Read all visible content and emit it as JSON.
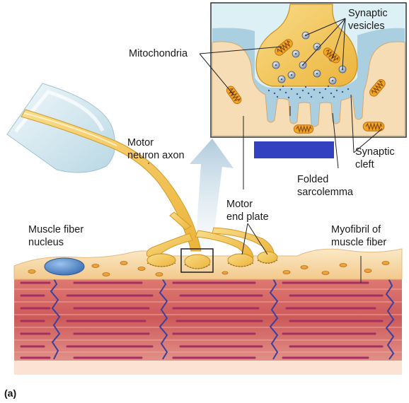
{
  "figure_letter": "(a)",
  "labels": {
    "synaptic_vesicles": [
      "Synaptic",
      "vesicles"
    ],
    "mitochondria": [
      "Mitochondria"
    ],
    "motor_neuron_axon": [
      "Motor",
      "neuron axon"
    ],
    "synaptic_cleft": [
      "Synaptic",
      "cleft"
    ],
    "folded_sarcolemma": [
      "Folded",
      "sarcolemma"
    ],
    "motor_end_plate": [
      "Motor",
      "end plate"
    ],
    "muscle_fiber_nucleus": [
      "Muscle fiber",
      "nucleus"
    ],
    "myofibril": [
      "Myofibril of",
      "muscle fiber"
    ]
  },
  "colors": {
    "background": "#ffffff",
    "inset_bg": "#dff1f5",
    "inset_border": "#3a3a3a",
    "fluid": "#a9cfe0",
    "axon": "#f2c14e",
    "axon_light": "#f8da86",
    "axon_dark": "#c98e1c",
    "mito": "#f0a21e",
    "mito_ridge": "#8a4e0b",
    "muscle": "#cf5858",
    "muscle_light": "#e98a8a",
    "muscle_band": "#a32d5e",
    "z_line": "#3c3f9e",
    "sarcolemma": "#f7ddb0",
    "nucleus": "#4d86c9",
    "redaction_box": "#3340c0",
    "arrow": "#b9d4e3",
    "electrode": "#cfe5ee"
  }
}
